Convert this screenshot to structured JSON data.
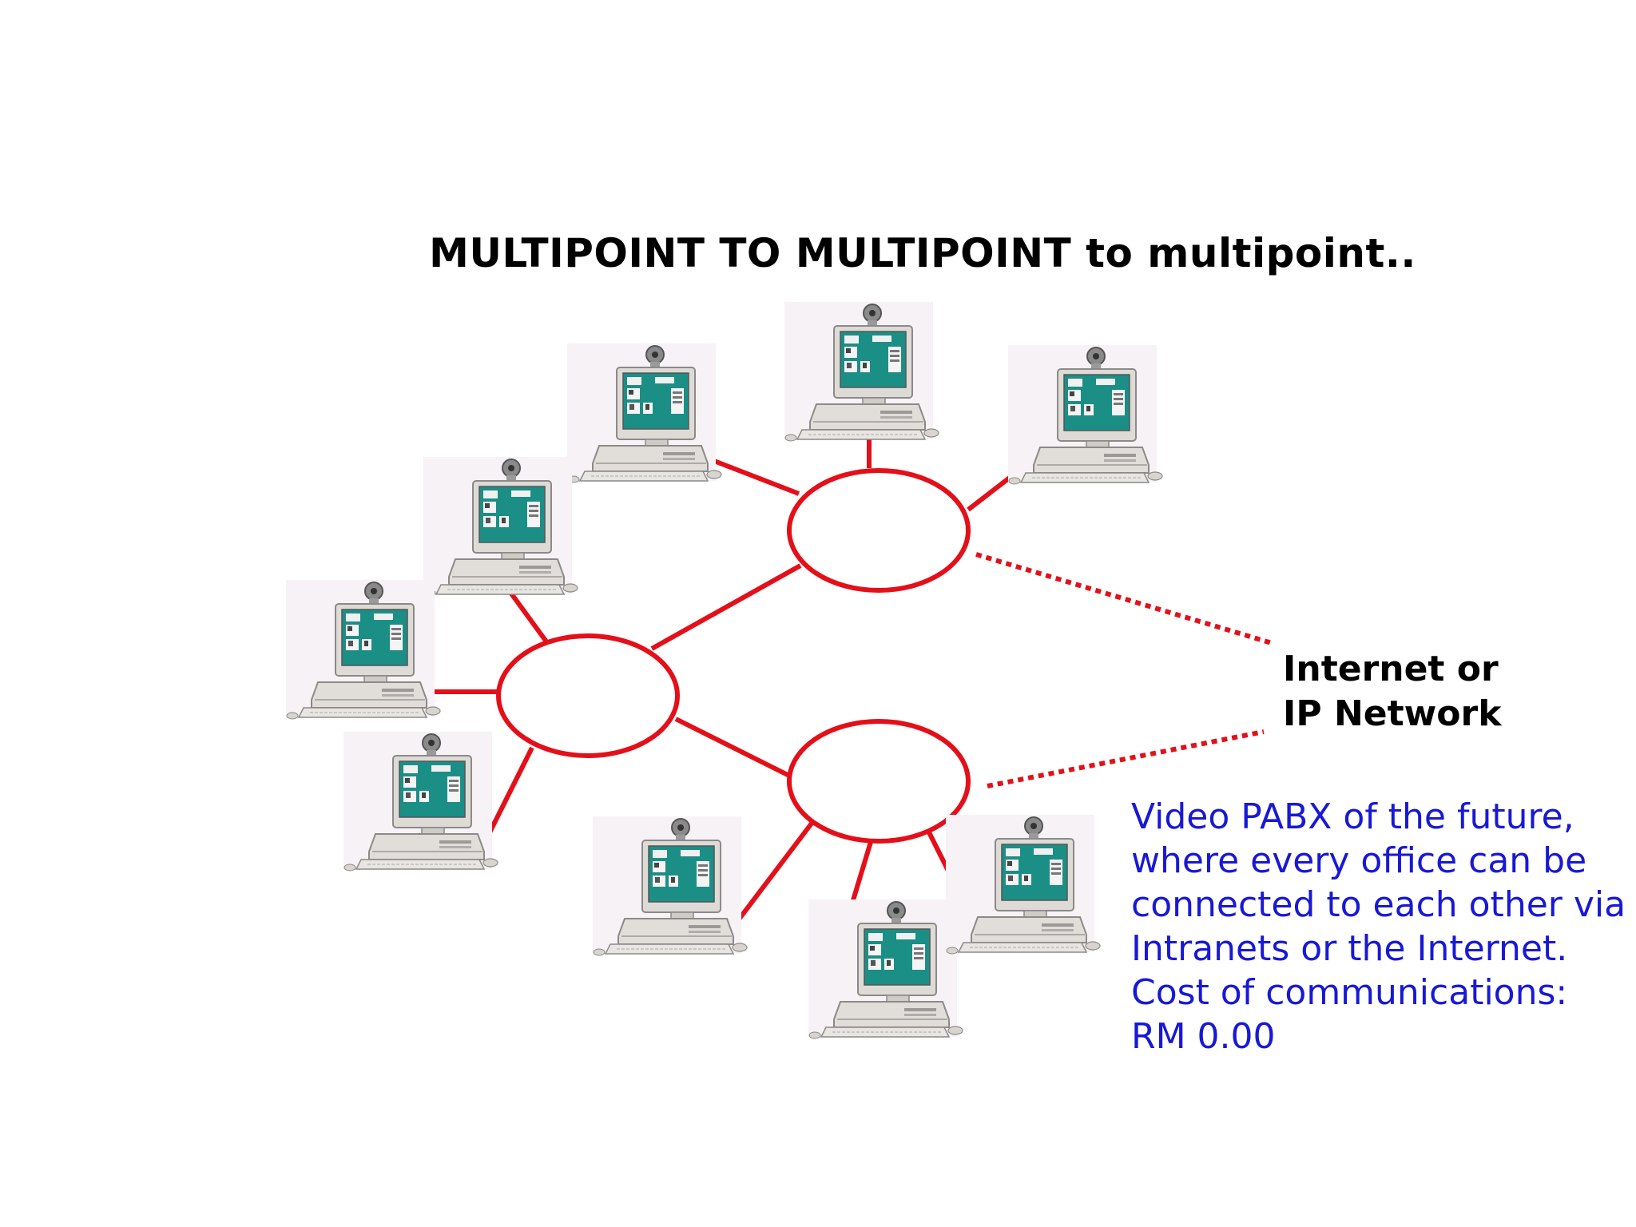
{
  "title": "MULTIPOINT TO MULTIPOINT to multipoint..",
  "network_label": {
    "line1": "Internet or",
    "line2": "IP Network"
  },
  "caption": "Video PABX of the future, where every office can be connected to each other via Intranets or the Internet. Cost of communications: RM 0.00",
  "colors": {
    "link": "#e3101a",
    "caption": "#1818d6",
    "screen": "#1b8f86",
    "casing": "#d9d6d2"
  },
  "diagram": {
    "hubs": [
      "hub-top",
      "hub-left",
      "hub-bottom"
    ],
    "hub_links": [
      [
        "hub-top",
        "hub-left"
      ],
      [
        "hub-left",
        "hub-bottom"
      ]
    ],
    "terminals": [
      {
        "id": "terminal-1",
        "hub": "hub-top"
      },
      {
        "id": "terminal-2",
        "hub": "hub-top"
      },
      {
        "id": "terminal-3",
        "hub": "hub-top"
      },
      {
        "id": "terminal-4",
        "hub": "hub-left"
      },
      {
        "id": "terminal-5",
        "hub": "hub-left"
      },
      {
        "id": "terminal-6",
        "hub": "hub-left"
      },
      {
        "id": "terminal-7",
        "hub": "hub-bottom"
      },
      {
        "id": "terminal-8",
        "hub": "hub-bottom"
      },
      {
        "id": "terminal-9",
        "hub": "hub-bottom"
      }
    ],
    "icon": "videoconference-pc-icon"
  }
}
